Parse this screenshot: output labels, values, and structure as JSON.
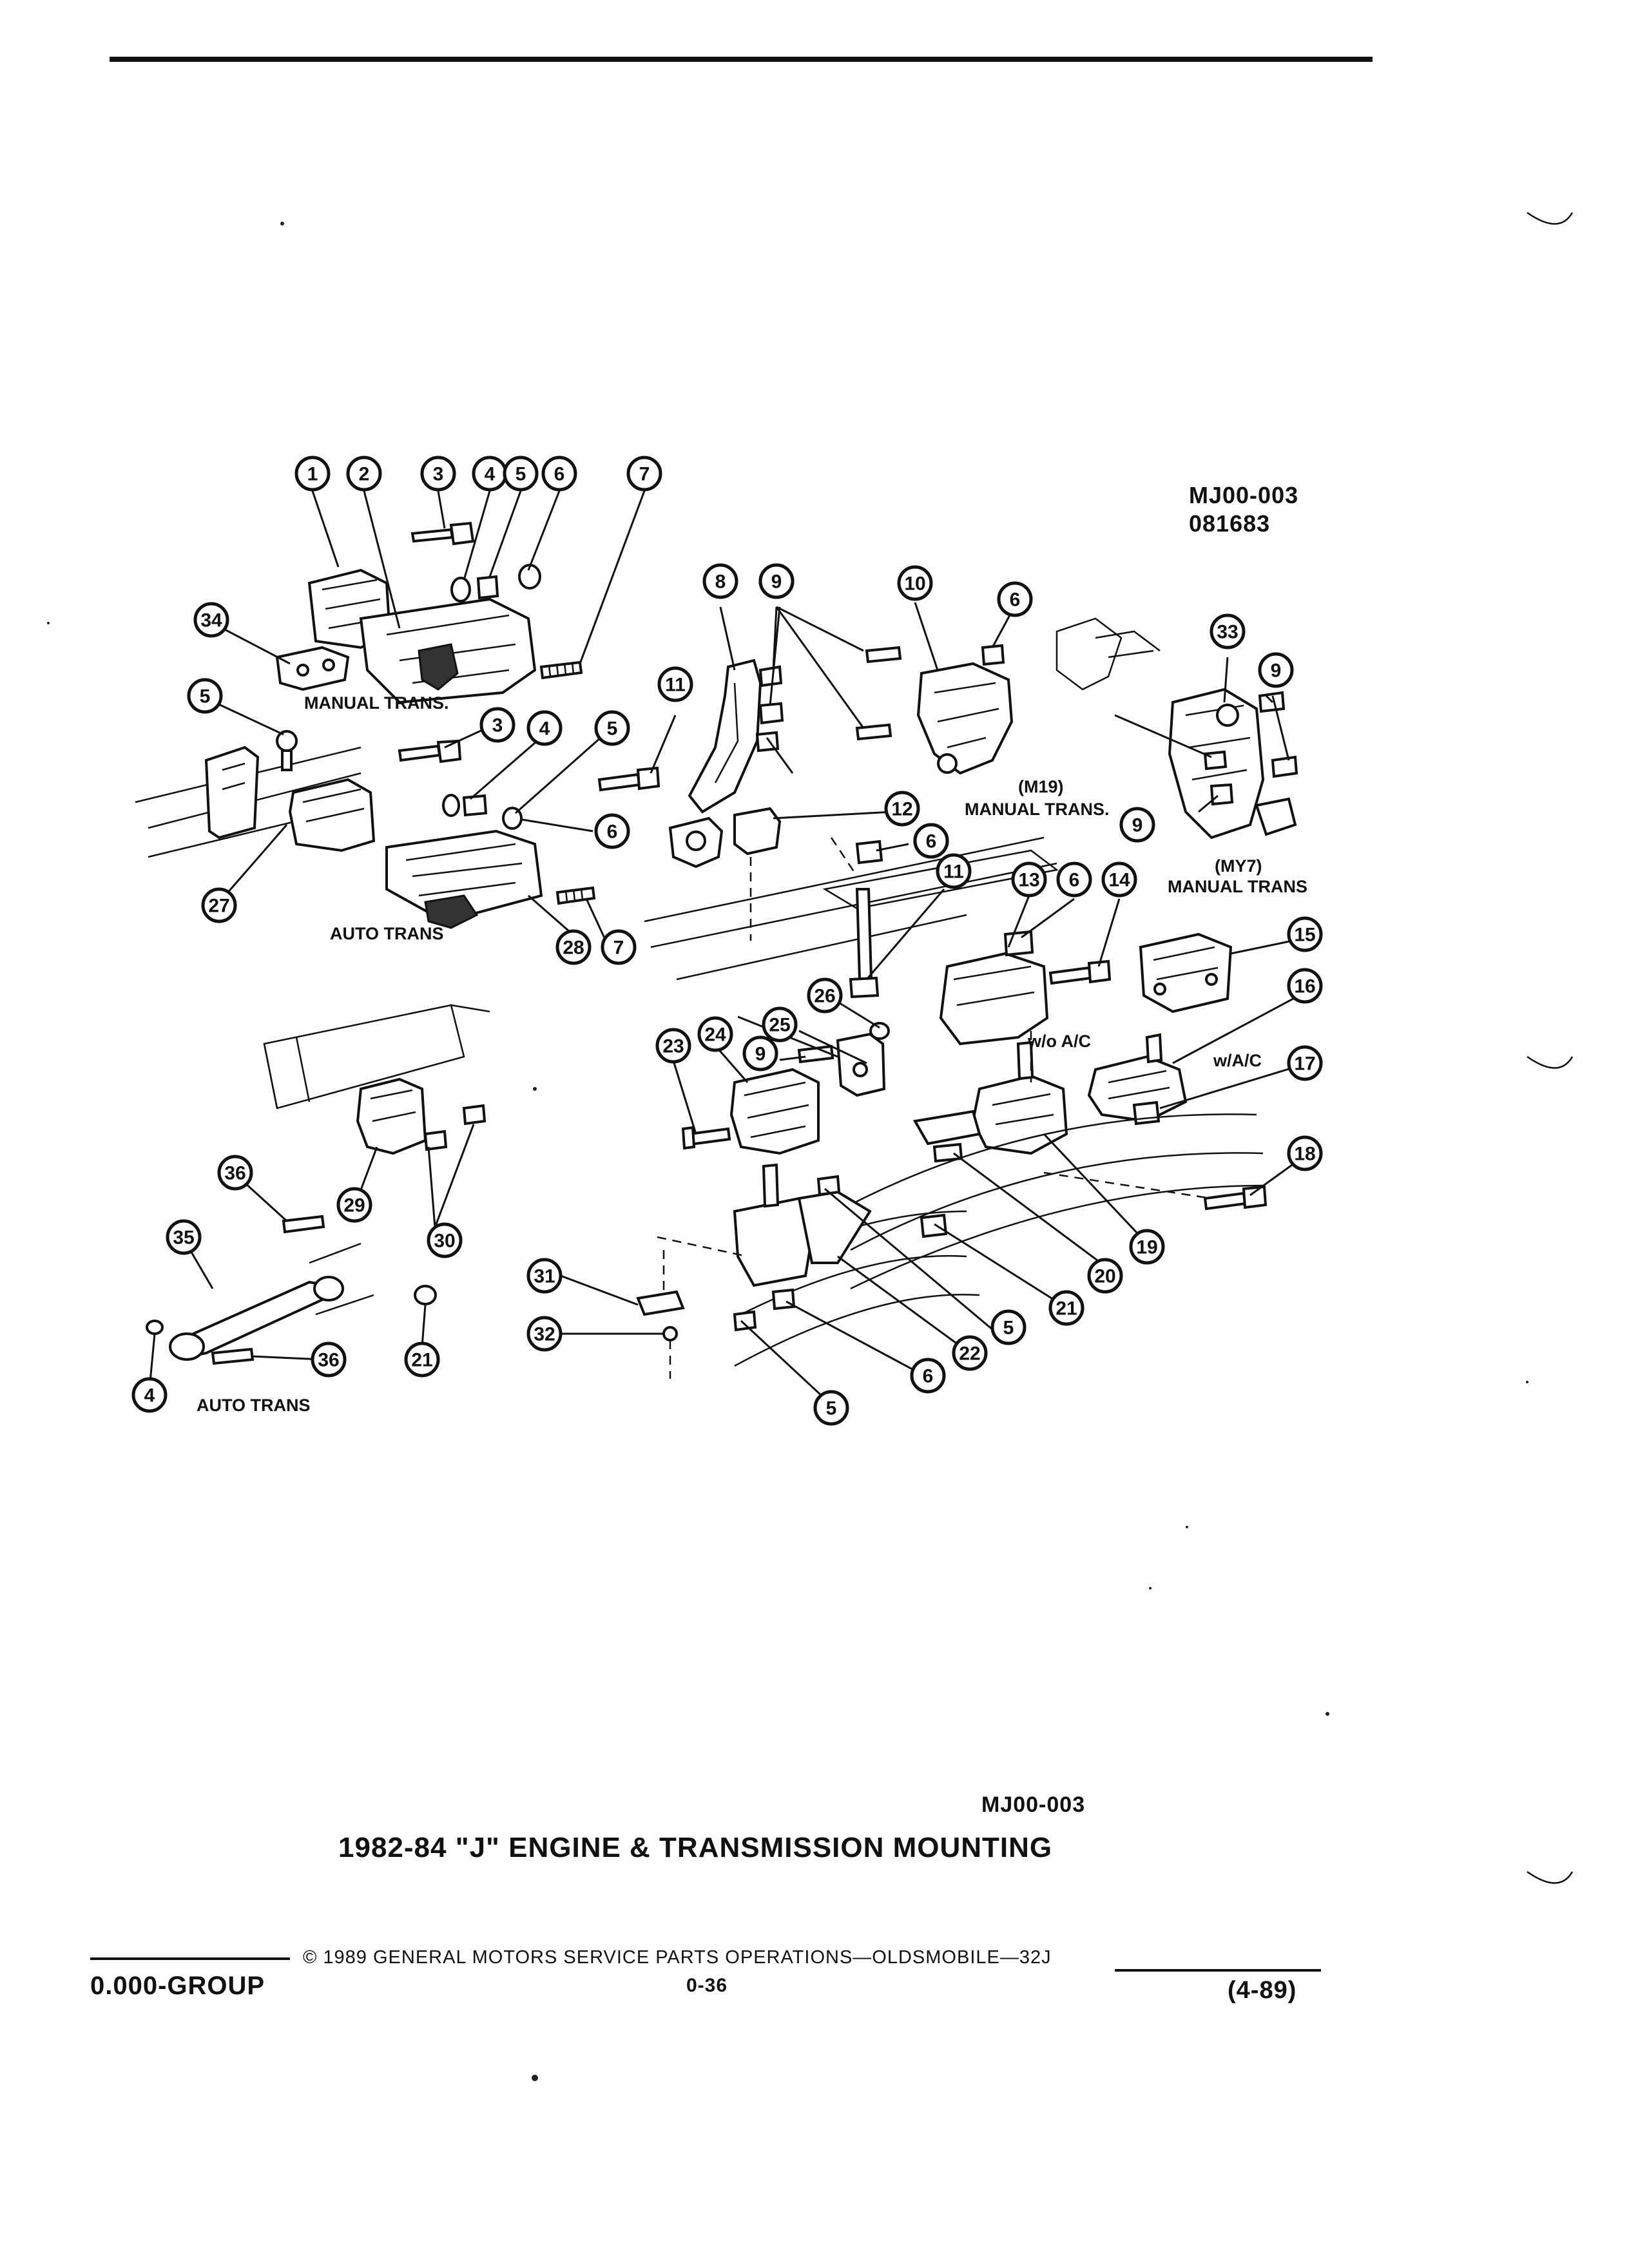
{
  "figure": {
    "id_top": "MJ00-003",
    "date_code": "081683",
    "id_bottom": "MJ00-003",
    "title": "1982-84 \"J\" ENGINE & TRANSMISSION MOUNTING"
  },
  "labels": {
    "manual_trans_1": "MANUAL TRANS.",
    "auto_trans_1": "AUTO TRANS",
    "m19": "(M19)",
    "m19_manual": "MANUAL TRANS.",
    "my7": "(MY7)",
    "my7_manual": "MANUAL TRANS",
    "wo_ac": "w/o A/C",
    "w_ac": "w/A/C",
    "auto_trans_2": "AUTO TRANS"
  },
  "footer": {
    "group": "0.000-GROUP",
    "copyright": "© 1989 GENERAL MOTORS SERVICE PARTS OPERATIONS—OLDSMOBILE—32J",
    "page": "0-36",
    "revision": "(4-89)"
  },
  "callouts": [
    "1",
    "2",
    "3",
    "4",
    "5",
    "6",
    "7",
    "8",
    "9",
    "9",
    "10",
    "6",
    "33",
    "9",
    "34",
    "5",
    "11",
    "3",
    "4",
    "5",
    "6",
    "6",
    "9",
    "27",
    "28",
    "7",
    "12",
    "6",
    "11",
    "13",
    "6",
    "14",
    "15",
    "16",
    "17",
    "24",
    "9",
    "25",
    "26",
    "23",
    "29",
    "30",
    "36",
    "35",
    "36",
    "21",
    "4",
    "31",
    "32",
    "18",
    "19",
    "20",
    "21",
    "22",
    "5",
    "6",
    "5"
  ]
}
